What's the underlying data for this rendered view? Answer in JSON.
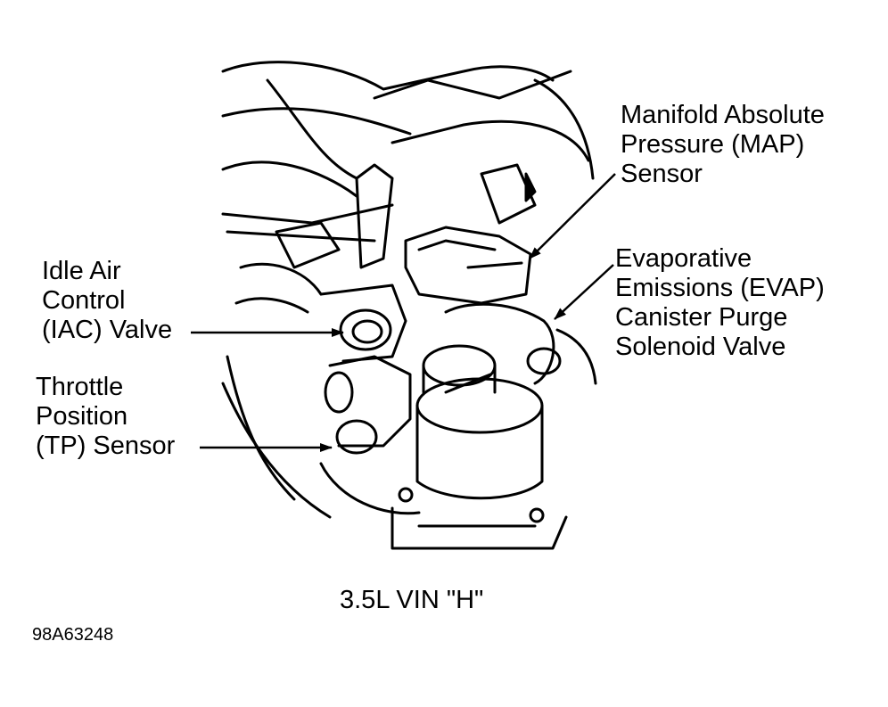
{
  "labels": {
    "map": "Manifold Absolute\nPressure (MAP)\nSensor",
    "evap": "Evaporative\nEmissions (EVAP)\nCanister Purge\nSolenoid Valve",
    "iac": "Idle Air\nControl\n(IAC) Valve",
    "tp": "Throttle\nPosition\n(TP) Sensor"
  },
  "caption": "3.5L VIN \"H\"",
  "figure_id": "98A63248",
  "colors": {
    "ink": "#000000",
    "paper": "#ffffff"
  }
}
